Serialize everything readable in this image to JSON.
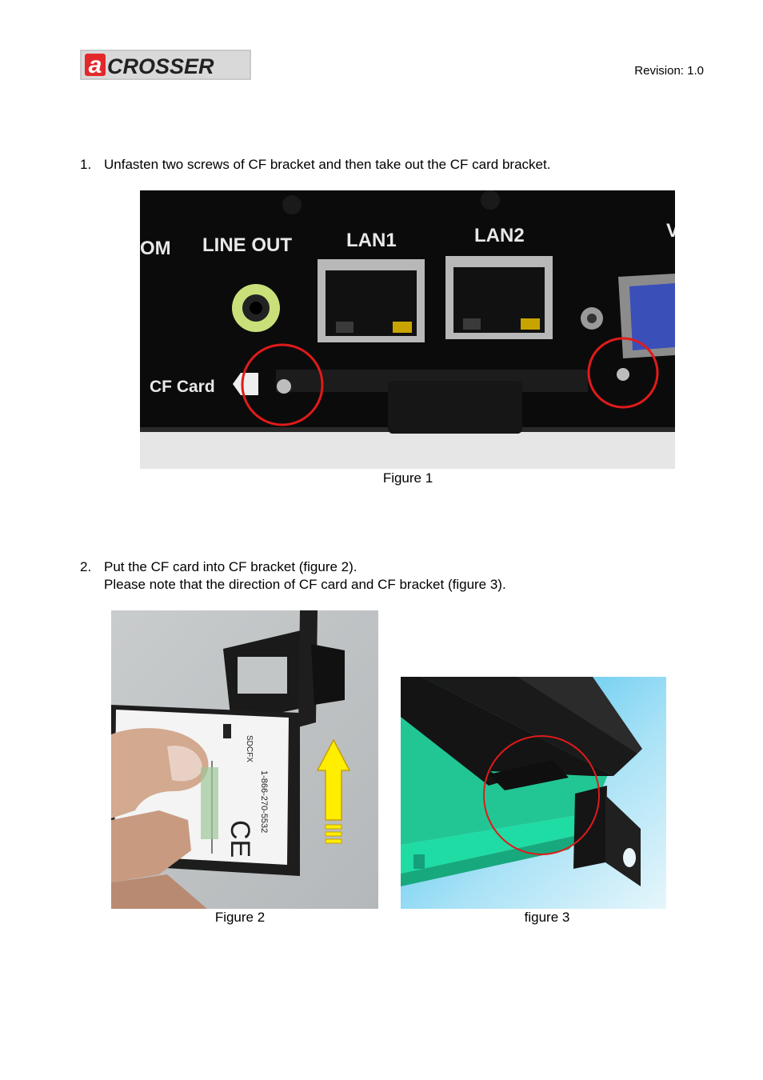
{
  "header": {
    "logo_text": "CROSSER",
    "logo_initial": "a",
    "revision": "Revision: 1.0"
  },
  "steps": [
    {
      "number": "1.",
      "lines": [
        "Unfasten two screws of CF bracket and then take out the CF card bracket."
      ]
    },
    {
      "number": "2.",
      "lines": [
        "Put the CF card into CF bracket (figure 2).",
        "Please note that the direction of CF card and CF bracket (figure 3)."
      ]
    }
  ],
  "figures": {
    "figure1": {
      "caption": "Figure 1",
      "port_labels": [
        "OM",
        "LINE OUT",
        "LAN1",
        "LAN2",
        "V"
      ],
      "cf_label": "CF Card"
    },
    "figure2": {
      "caption": "Figure 2",
      "card_text": [
        "1-866-270-5532",
        "SDCFX",
        "CE"
      ]
    },
    "figure3": {
      "caption": "figure 3"
    }
  },
  "colors": {
    "highlight_circle": "#e11a1a",
    "arrow_fill": "#ffee00",
    "bracket_green": "#22d49a",
    "sky_blue": "#7fd4f5"
  }
}
